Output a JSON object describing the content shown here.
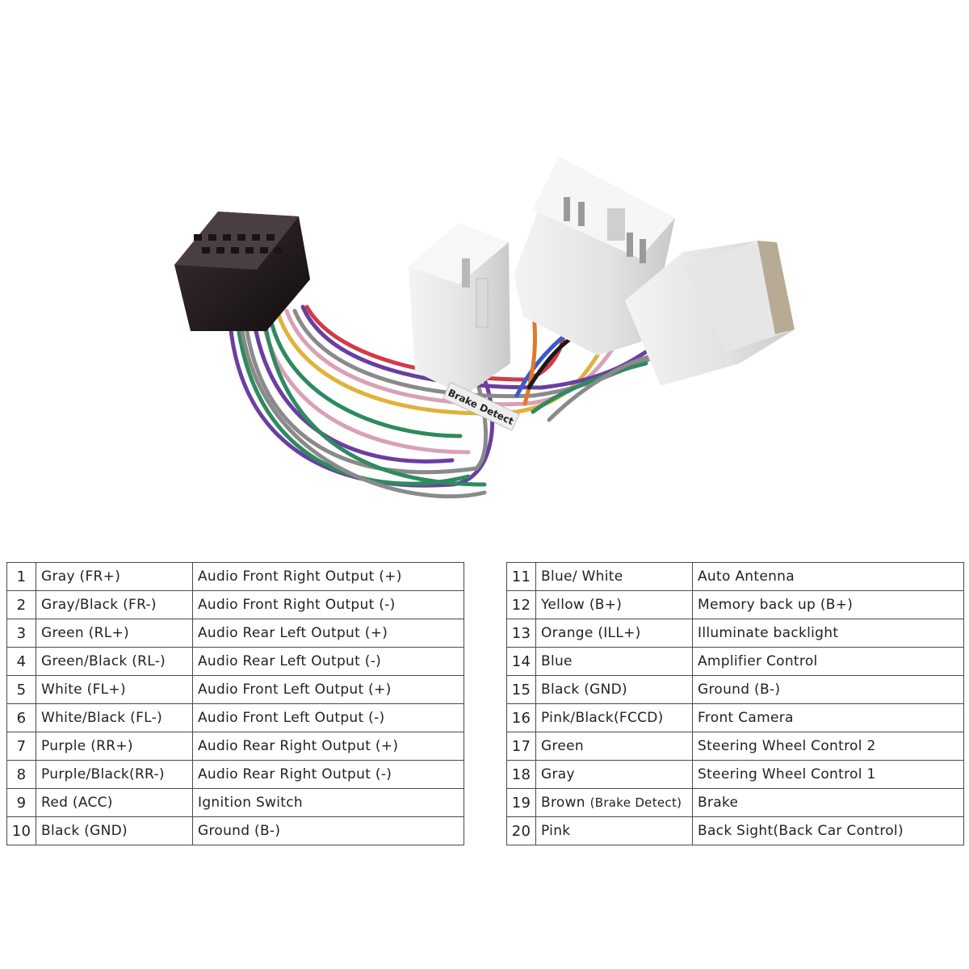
{
  "harness_photo": {
    "tag_text": "Brake Detect"
  },
  "pins_left": [
    {
      "num": "1",
      "wire": "Gray (FR+)",
      "function": "Audio Front Right Output (+)"
    },
    {
      "num": "2",
      "wire": "Gray/Black (FR-)",
      "function": "Audio Front Right Output (-)"
    },
    {
      "num": "3",
      "wire": "Green (RL+)",
      "function": "Audio Rear Left Output (+)"
    },
    {
      "num": "4",
      "wire": "Green/Black (RL-)",
      "function": "Audio Rear Left Output (-)"
    },
    {
      "num": "5",
      "wire": "White (FL+)",
      "function": "Audio Front Left Output (+)"
    },
    {
      "num": "6",
      "wire": "White/Black (FL-)",
      "function": "Audio Front Left Output (-)"
    },
    {
      "num": "7",
      "wire": "Purple (RR+)",
      "function": "Audio Rear Right Output (+)"
    },
    {
      "num": "8",
      "wire": "Purple/Black(RR-)",
      "function": "Audio Rear Right Output (-)"
    },
    {
      "num": "9",
      "wire": "Red (ACC)",
      "function": "Ignition Switch"
    },
    {
      "num": "10",
      "wire": "Black (GND)",
      "function": "Ground (B-)"
    }
  ],
  "pins_right": [
    {
      "num": "11",
      "wire": "Blue/ White",
      "function": "Auto Antenna"
    },
    {
      "num": "12",
      "wire": "Yellow (B+)",
      "function": "Memory back up (B+)"
    },
    {
      "num": "13",
      "wire": "Orange (ILL+)",
      "function": "Illuminate backlight"
    },
    {
      "num": "14",
      "wire": "Blue",
      "function": "Amplifier Control"
    },
    {
      "num": "15",
      "wire": "Black (GND)",
      "function": "Ground (B-)"
    },
    {
      "num": "16",
      "wire": "Pink/Black(FCCD)",
      "function": "Front Camera"
    },
    {
      "num": "17",
      "wire": "Green",
      "function": "Steering Wheel Control 2"
    },
    {
      "num": "18",
      "wire": "Gray",
      "function": "Steering Wheel Control 1"
    },
    {
      "num": "19",
      "wire": "Brown",
      "wire_note": "(Brake Detect)",
      "function": "Brake"
    },
    {
      "num": "20",
      "wire": "Pink",
      "function": "Back Sight(Back Car Control)"
    }
  ],
  "wire_colors": [
    "#2e8a5f",
    "#6a3fa0",
    "#8a8a8a",
    "#d9a0b8",
    "#e0b23a",
    "#3b5bc8",
    "#d23a4a",
    "#e07a2a",
    "#1a1a1a",
    "#efefef"
  ]
}
